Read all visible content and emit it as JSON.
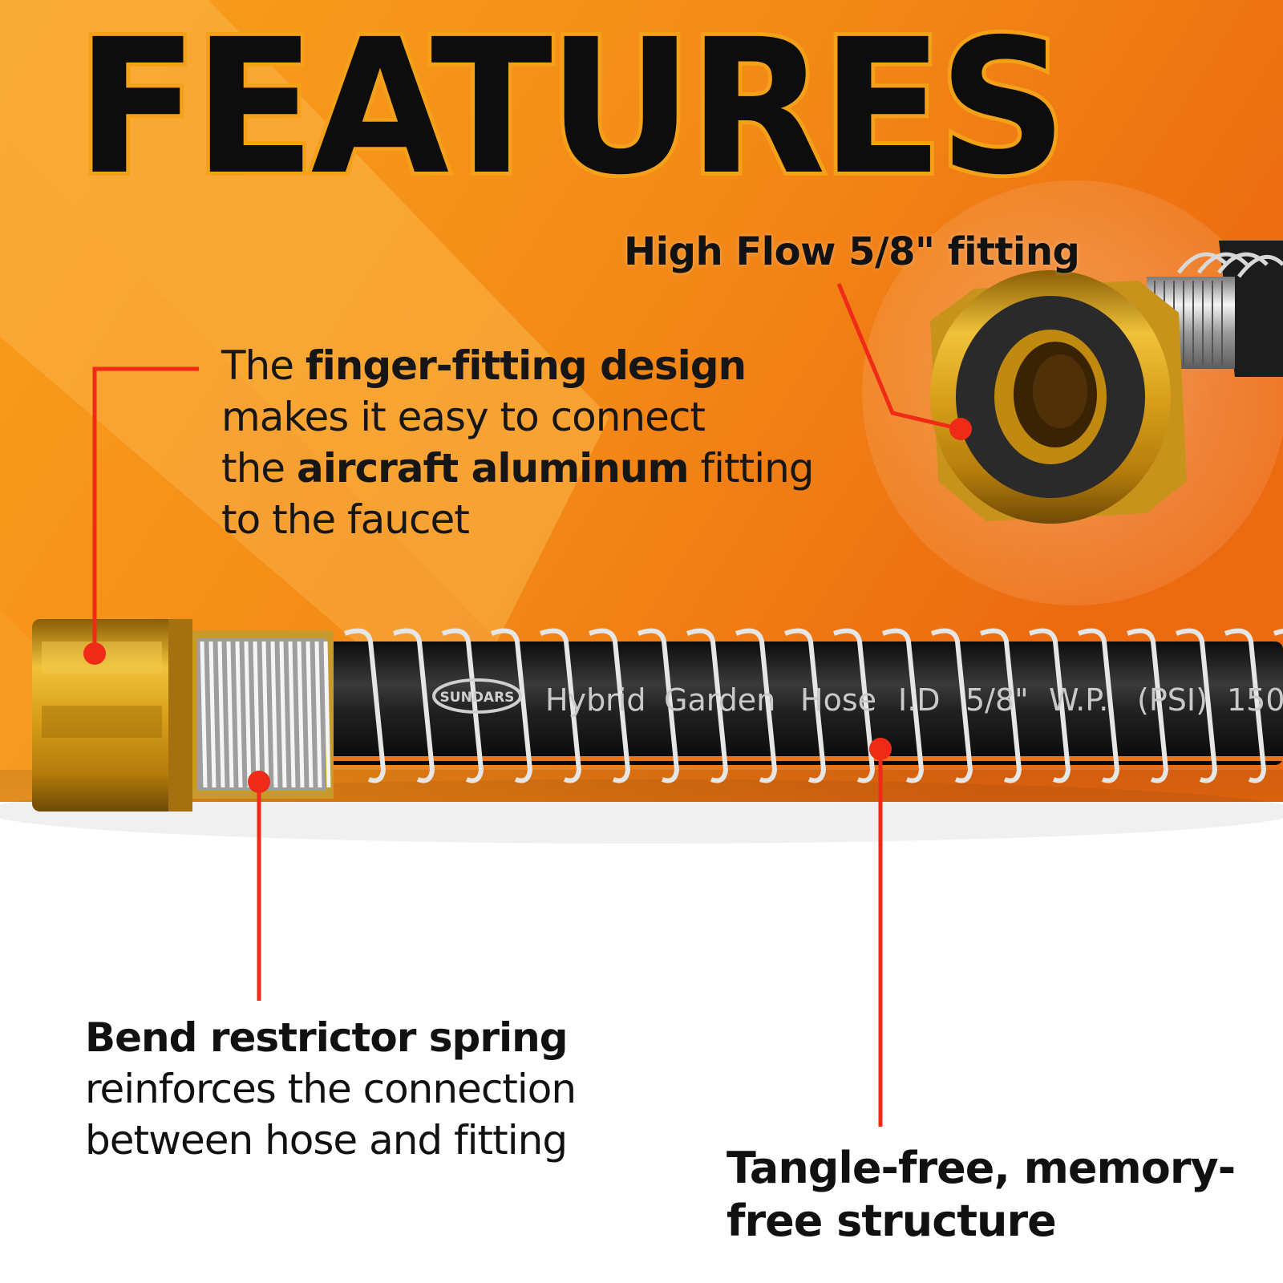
{
  "title": "FEATURES",
  "callouts": {
    "high_flow": "High Flow 5/8\" fitting",
    "finger": {
      "l1_pre": "The ",
      "l1_bold": "finger-fitting design",
      "l2": "makes it easy to connect",
      "l3_pre": "the ",
      "l3_bold": "aircraft aluminum",
      "l3_post": " fitting",
      "l4": "to the faucet"
    },
    "bend": {
      "heading": "Bend restrictor spring",
      "l2": "reinforces the connection",
      "l3": "between hose and fitting"
    },
    "tangle": {
      "l1": "Tangle-free, memory-",
      "l2": "free structure"
    }
  },
  "hose_print": {
    "brand": "SUNDARS",
    "words": [
      "Hybrid",
      "Garden",
      "Hose",
      "I.D",
      "5/8\"",
      "W.P.",
      "(PSI)",
      "150"
    ]
  },
  "colors": {
    "orange_light": "#f7a21c",
    "orange_dark": "#ee6a10",
    "pointer_red": "#ef2a17",
    "gold": "#d9a11a",
    "hose_black": "#1b1b1b",
    "stripe": "#e8741a"
  }
}
